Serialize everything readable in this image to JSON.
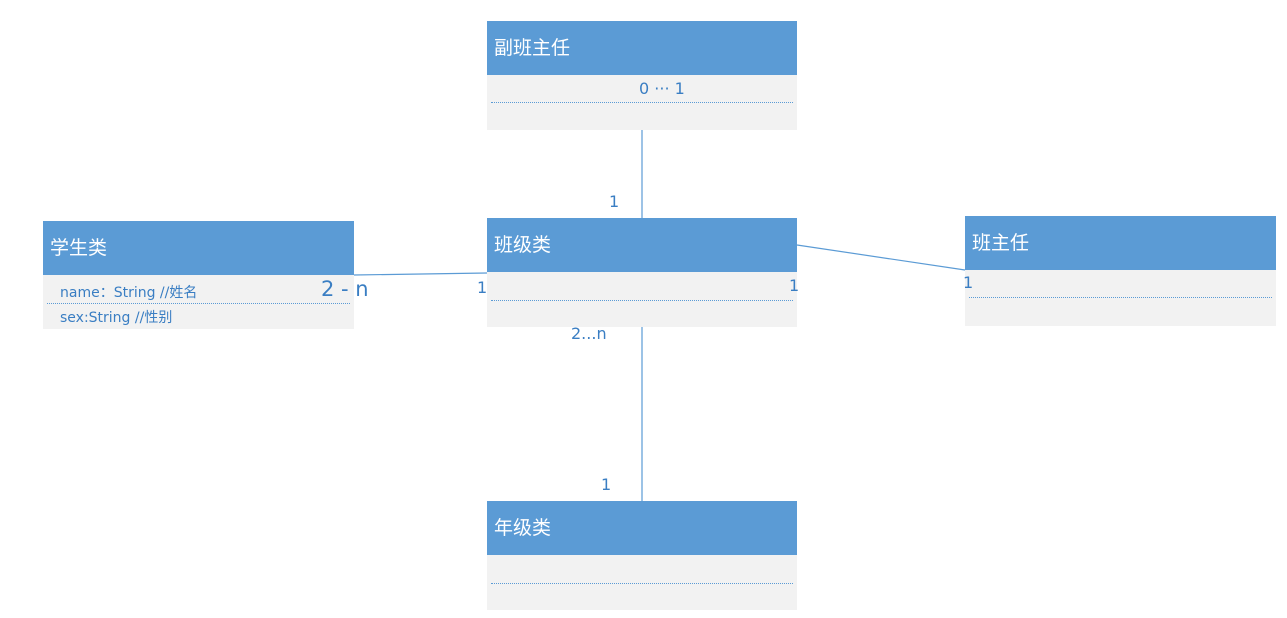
{
  "classes": {
    "vice_head_teacher": {
      "name": "副班主任"
    },
    "student": {
      "name": "学生类",
      "attributes": [
        "name：String //姓名",
        "sex:String //性别"
      ]
    },
    "class": {
      "name": "班级类"
    },
    "head_teacher": {
      "name": "班主任"
    },
    "grade": {
      "name": "年级类"
    }
  },
  "multiplicities": {
    "vice_in_body": "0 ··· 1",
    "class_top": "1",
    "student_end": "2 - n",
    "class_left": "1",
    "class_right": "1",
    "head_teacher_end": "1",
    "class_bottom": "2...n",
    "grade_top": "1"
  },
  "colors": {
    "header": "#5b9bd5",
    "body": "#f2f2f2",
    "line": "#5b9bd5",
    "text": "#3a7ec3"
  }
}
